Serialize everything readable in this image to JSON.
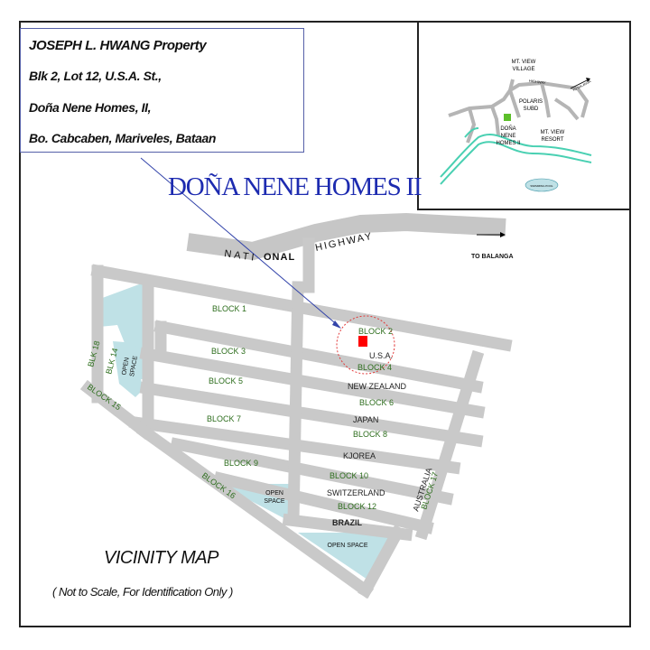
{
  "property": {
    "line1": "JOSEPH  L. HWANG  Property",
    "line2": "Blk 2, Lot 12, U.S.A. St.,",
    "line3": "Doña Nene Homes, II,",
    "line4": "Bo. Cabcaben, Mariveles, Bataan"
  },
  "title": "DOÑA NENE HOMES II",
  "highway": {
    "part1": "NATI",
    "part2": "ONAL",
    "part3": "HIGHWAY"
  },
  "to_balanga": "TO BALANGA",
  "blocks": {
    "b1": "BLOCK 1",
    "b2": "BLOCK 2",
    "b3": "BLOCK 3",
    "b4": "BLOCK 4",
    "b5": "BLOCK 5",
    "b6": "BLOCK 6",
    "b7": "BLOCK 7",
    "b8": "BLOCK 8",
    "b9": "BLOCK 9",
    "b10": "BLOCK 10",
    "b12": "BLOCK 12",
    "b14": "BLK 14",
    "b15": "BLOCK 15",
    "b16": "BLOCK 16",
    "b17": "BLOCK 17",
    "b18": "BLK 18"
  },
  "streets": {
    "usa": "U.S.A.",
    "new_zealand": "NEW ZEALAND",
    "japan": "JAPAN",
    "korea": "KJOREA",
    "switzerland": "SWITZERLAND",
    "brazil": "BRAZIL",
    "australia": "AUSTRALIA"
  },
  "open_space": {
    "left_line1": "OPEN",
    "left_line2": "SPACE",
    "center_line1": "OPEN",
    "center_line2": "SPACE",
    "bottom": "OPEN SPACE"
  },
  "inset": {
    "mt_view_village_1": "MT. VIEW",
    "mt_view_village_2": "VILLAGE",
    "polaris_1": "POLARIS",
    "polaris_2": "SUBD",
    "dona_1": "DOÑA",
    "dona_2": "NENE",
    "dona_3": "HOMES II",
    "resort_1": "MT. VIEW",
    "resort_2": "RESORT",
    "highway": "HIGHWAY",
    "to_balanga": "TO BALANGA",
    "pool_label": "SWIMMING POOL"
  },
  "vicinity": {
    "title": "VICINITY  MAP",
    "note": "( Not to Scale, For Identification Only )"
  },
  "colors": {
    "road": "#c9c9c9",
    "road_edge": "#b5b5b5",
    "open_space": "#bfe1e6",
    "title": "#1d2bb0",
    "block_label": "#2e6e1e",
    "lot": "#ff0000",
    "leader": "#3344aa",
    "river": "#49d0b2"
  }
}
